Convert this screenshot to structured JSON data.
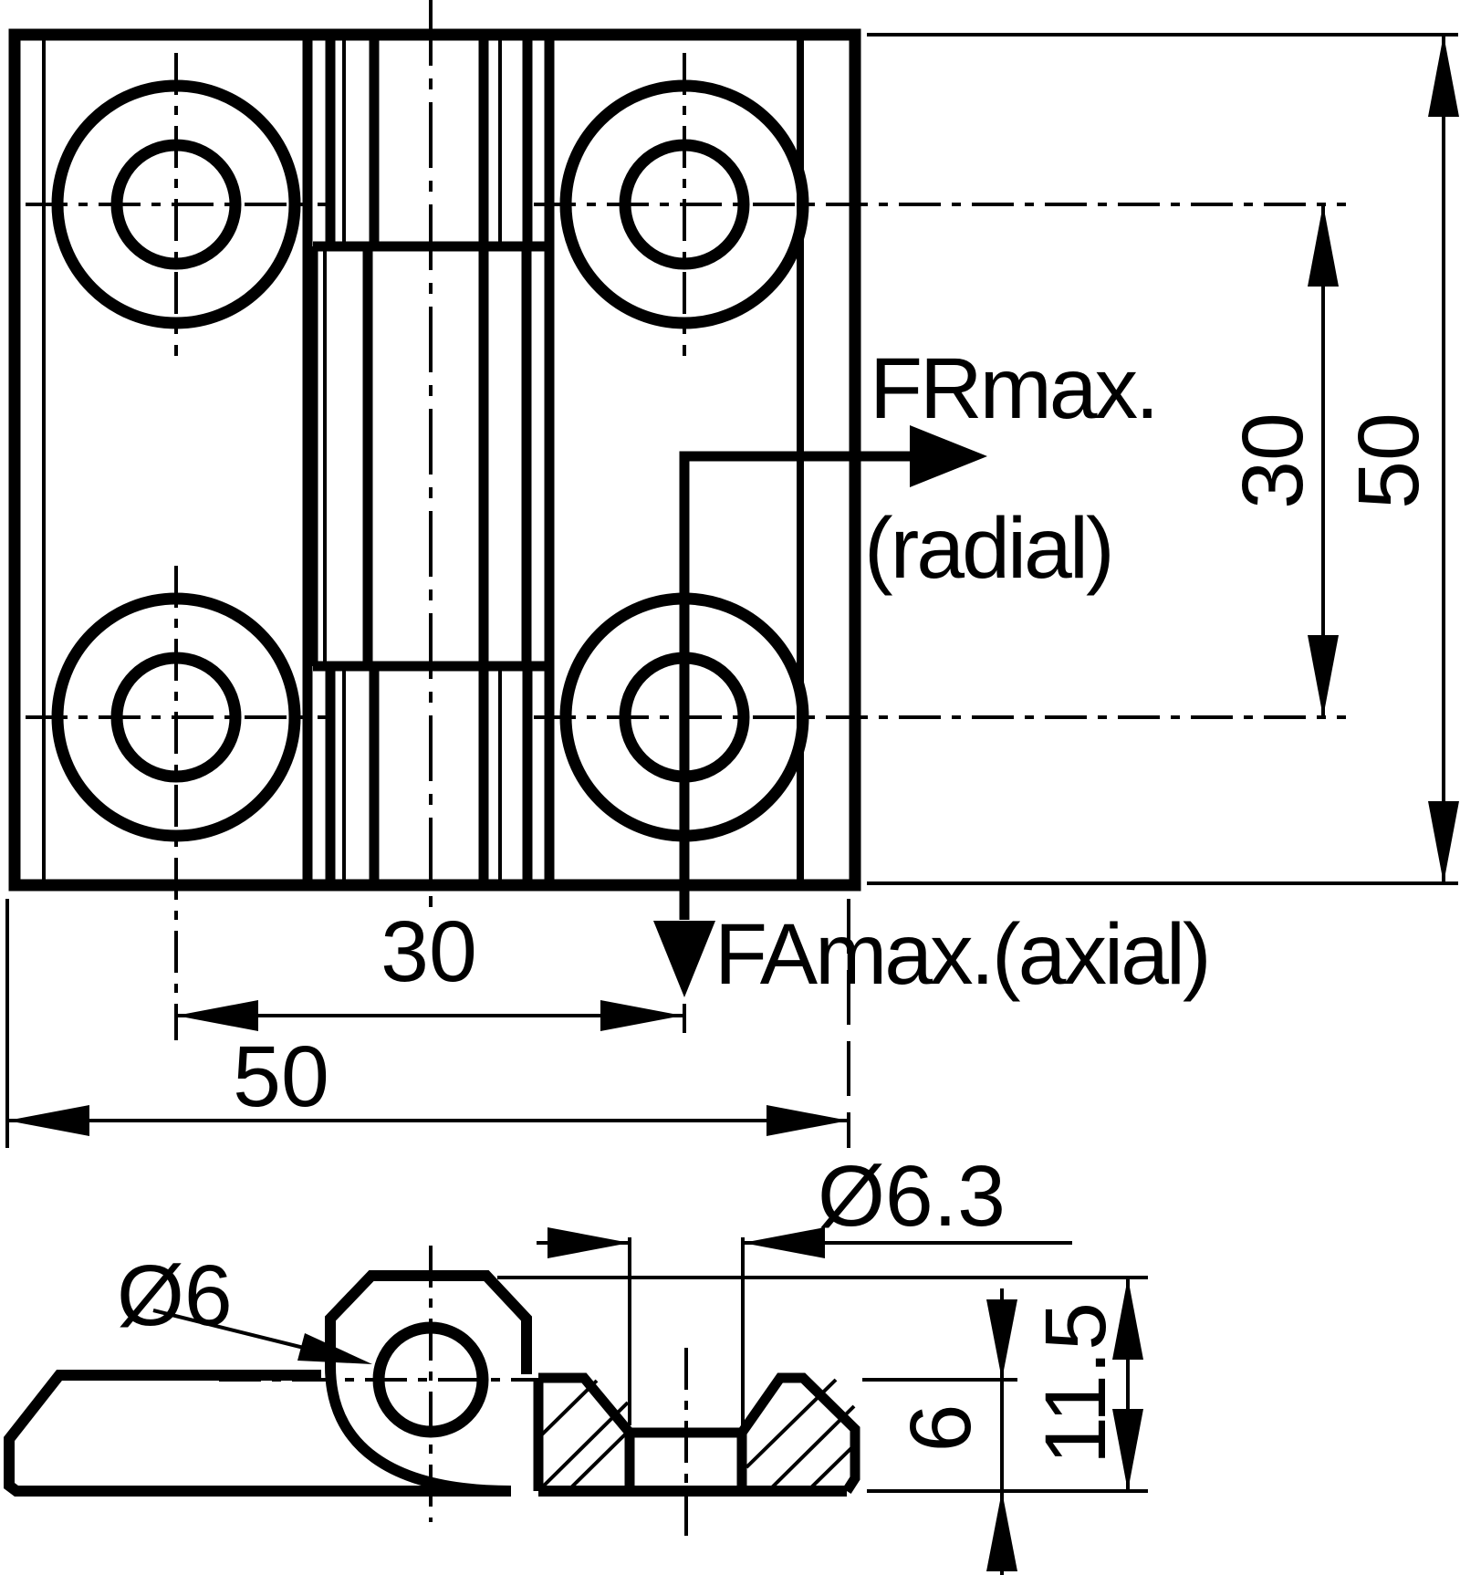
{
  "drawing": {
    "colors": {
      "line": "#000000",
      "background": "#ffffff"
    },
    "front_view": {
      "hole_spacing_vertical": "30",
      "overall_height": "50",
      "hole_spacing_horizontal": "30",
      "overall_width": "50",
      "radial_force_label": "FRmax.",
      "radial_force_qualifier": "(radial)",
      "axial_force_label": "FAmax.(axial)"
    },
    "side_view": {
      "pin_diameter": "Ø6",
      "mounting_hole_diameter": "Ø6.3",
      "overall_height": "11.5",
      "leaf_thickness": "6"
    }
  }
}
